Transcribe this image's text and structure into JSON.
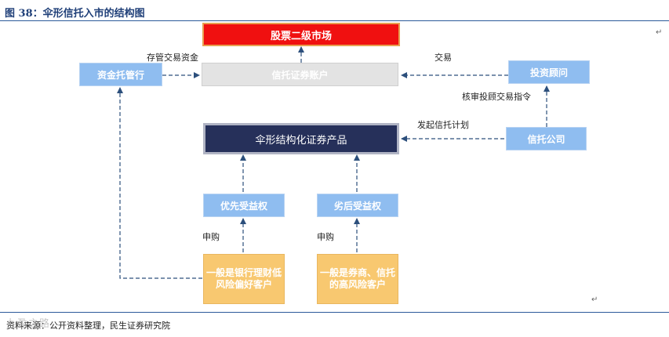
{
  "figure": {
    "title": "图 38：伞形信托入市的结构图",
    "source": "资料来源：公开资料整理，民生证券研究院",
    "watermark": "九盈之路"
  },
  "nodes": {
    "stock_market": "股票二级市场",
    "custodian_bank": "资金托管行",
    "trust_account": "信托证券账户",
    "investment_advisor": "投资顾问",
    "umbrella_product": "伞形结构化证券产品",
    "trust_company": "信托公司",
    "priority_beneficiary": "优先受益权",
    "subordinate_beneficiary": "劣后受益权",
    "bank_clients": "一般是银行理财低风险偏好客户",
    "broker_clients": "一般是券商、信托的高风险客户"
  },
  "edge_labels": {
    "custody_funds": "存管交易资金",
    "trade": "交易",
    "review_orders": "核审投顾交易指令",
    "initiate_plan": "发起信托计划",
    "subscribe_1": "申购",
    "subscribe_2": "申购"
  },
  "colors": {
    "title_blue": "#1f3f78",
    "market_red": "#f01010",
    "node_blue": "#8fbdf0",
    "product_navy": "#26305a",
    "client_gold": "#f8c870",
    "arrow": "#2c4f7c"
  }
}
